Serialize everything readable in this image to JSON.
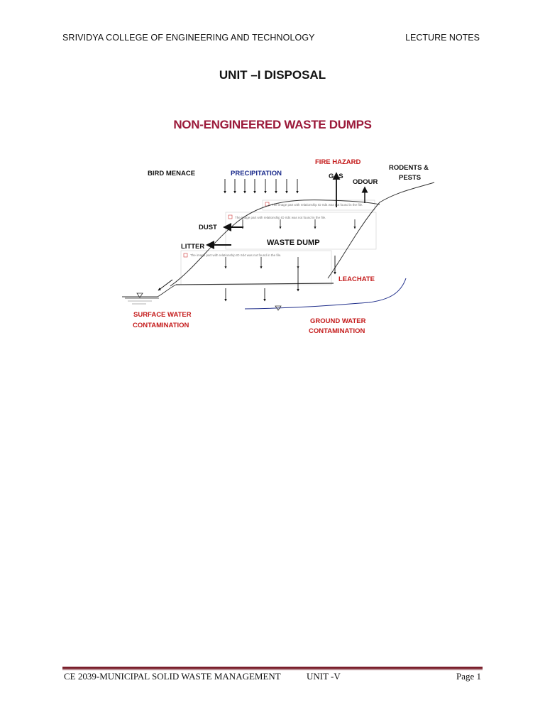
{
  "header": {
    "institution": "SRIVIDYA COLLEGE OF ENGINEERING AND TECHNOLOGY",
    "doc_type": "LECTURE NOTES"
  },
  "unit_title": "UNIT –I DISPOSAL",
  "figure": {
    "title": "NON-ENGINEERED WASTE DUMPS",
    "labels": {
      "bird_menace": "BIRD MENACE",
      "precipitation": "PRECIPITATION",
      "fire_hazard": "FIRE HAZARD",
      "gas": "GAS",
      "odour": "ODOUR",
      "rodents_line1": "RODENTS &",
      "rodents_line2": "PESTS",
      "dust": "DUST",
      "litter": "LITTER",
      "waste_dump": "WASTE DUMP",
      "leachate": "LEACHATE",
      "surface_line1": "SURFACE WATER",
      "surface_line2": "CONTAMINATION",
      "ground_line1": "GROUND WATER",
      "ground_line2": "CONTAMINATION"
    },
    "broken_image_text": "The image part with relationship ID rId4 was not found in the file.",
    "colors": {
      "title": "#9b1a3a",
      "hazard_red": "#c41a1a",
      "precip_blue": "#1b2b8c"
    }
  },
  "footer": {
    "course": "CE 2039-MUNICIPAL SOLID WASTE MANAGEMENT",
    "unit": "UNIT -V",
    "page": "Page 1"
  }
}
